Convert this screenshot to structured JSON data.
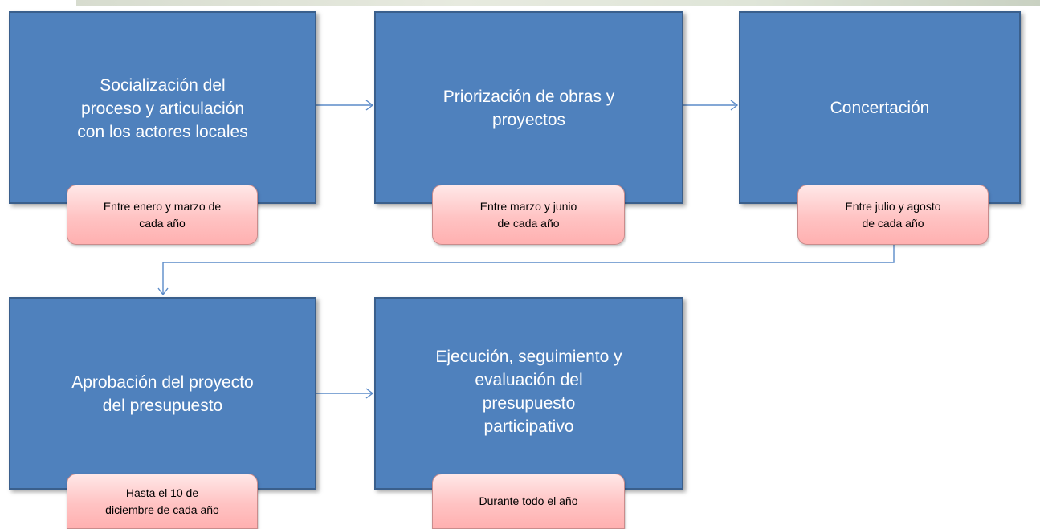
{
  "diagram": {
    "steps": [
      {
        "label": "Socialización del\nproceso y articulación\ncon los actores locales",
        "timing": "Entre enero y marzo de\ncada año"
      },
      {
        "label": "Priorización de obras y\nproyectos",
        "timing": "Entre marzo y junio\nde cada año"
      },
      {
        "label": "Concertación",
        "timing": "Entre julio y agosto\nde cada año"
      },
      {
        "label": "Aprobación del proyecto\ndel presupuesto",
        "timing": "Hasta el 10 de\ndiciembre de cada año"
      },
      {
        "label": "Ejecución, seguimiento y\nevaluación del\npresupuesto\nparticipativo",
        "timing": "Durante todo el año"
      }
    ]
  },
  "colors": {
    "step_fill": "#4f81bd",
    "step_border": "#3a5f8c",
    "timing_fill": "#ffc3c3",
    "connector": "#5b8bc9"
  }
}
